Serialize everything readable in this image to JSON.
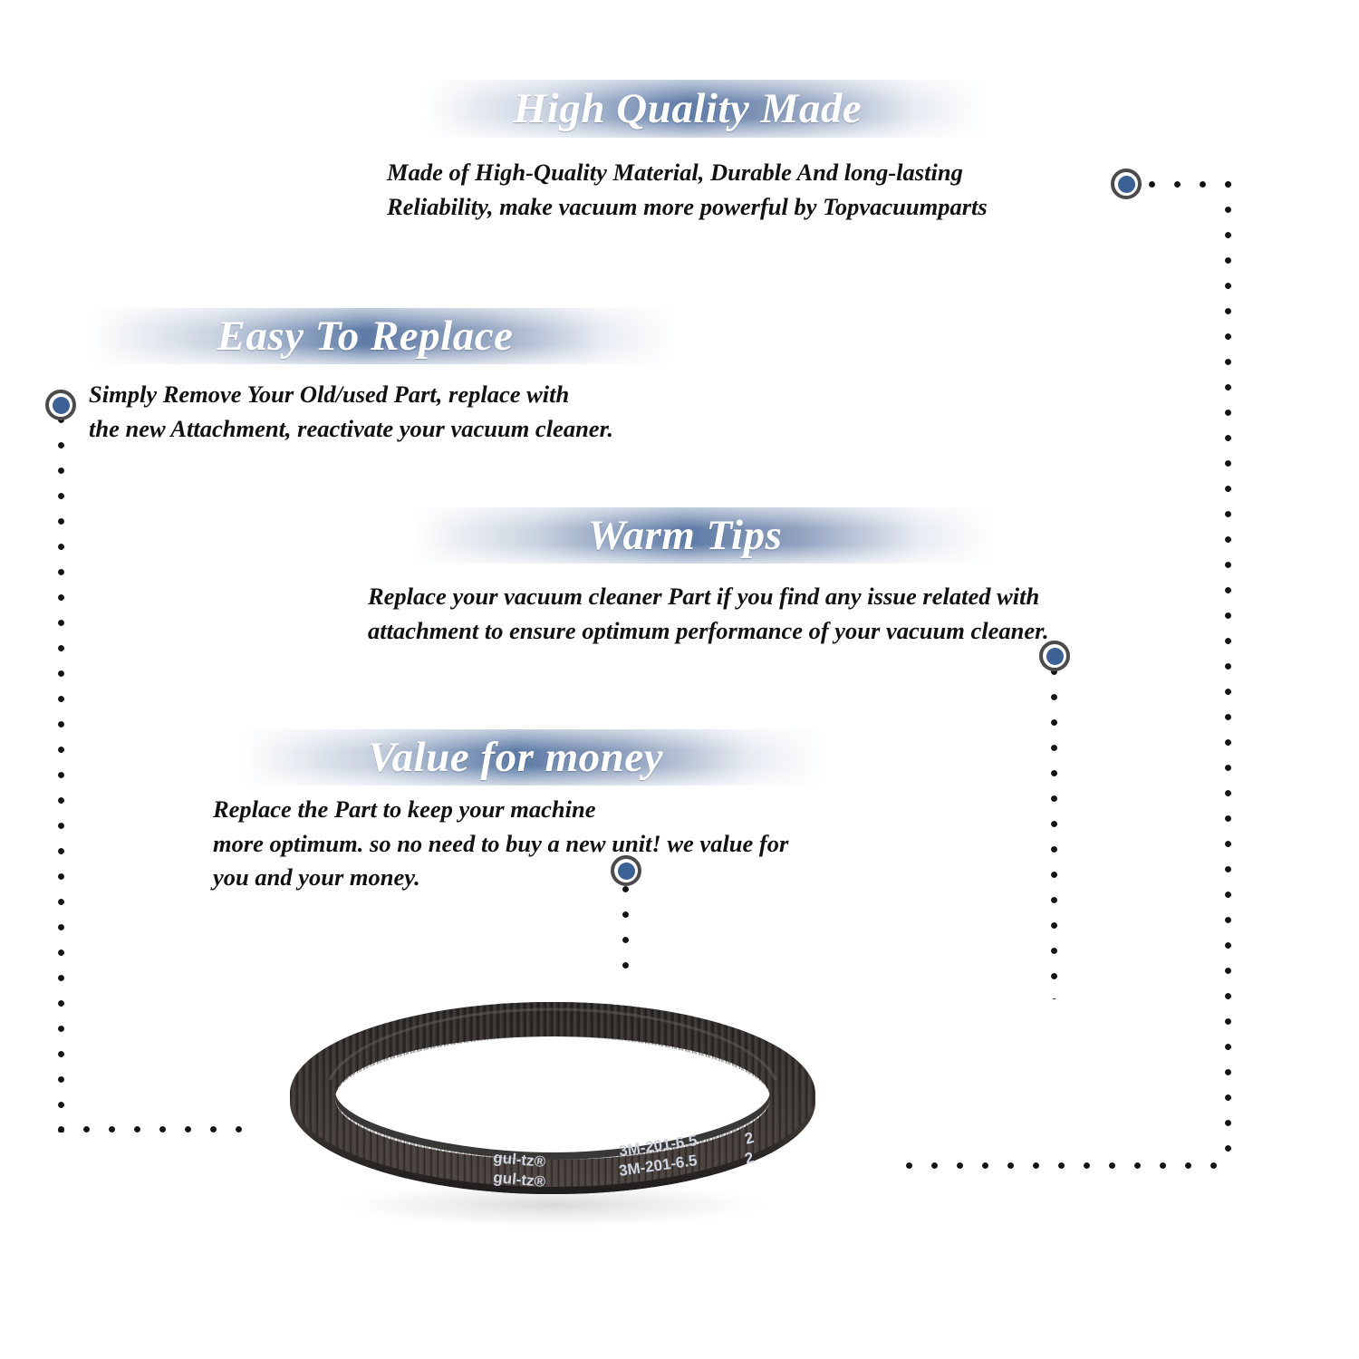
{
  "page": {
    "background_color": "#ffffff",
    "accent_color": "#3c6194",
    "banner_blue": "#5a78a4",
    "marker_ring_color": "#4b4b4b"
  },
  "sections": [
    {
      "id": "high-quality-made",
      "title": "High Quality Made",
      "body": "Made of  High-Quality Material, Durable And long-lasting\nReliability, make vacuum more powerful by Topvacuumparts"
    },
    {
      "id": "easy-to-replace",
      "title": "Easy To Replace",
      "body": "Simply Remove Your Old/used Part, replace with\nthe new Attachment, reactivate your vacuum cleaner."
    },
    {
      "id": "warm-tips",
      "title": "Warm Tips",
      "body": "Replace your vacuum cleaner Part if you find any issue related with\n attachment to ensure optimum performance of your vacuum cleaner."
    },
    {
      "id": "value-for-money",
      "title": "Value for money",
      "body": "Replace the Part to keep your machine\nmore optimum. so no need to buy a new unit! we value for\nyou and your money."
    }
  ],
  "product": {
    "name": "vacuum-cleaner-drive-belt",
    "brand_marking": "gul-tz®",
    "part_marking": "3M-201-6.5",
    "qty_marking": "2",
    "belt_color": "#2e2a28"
  }
}
